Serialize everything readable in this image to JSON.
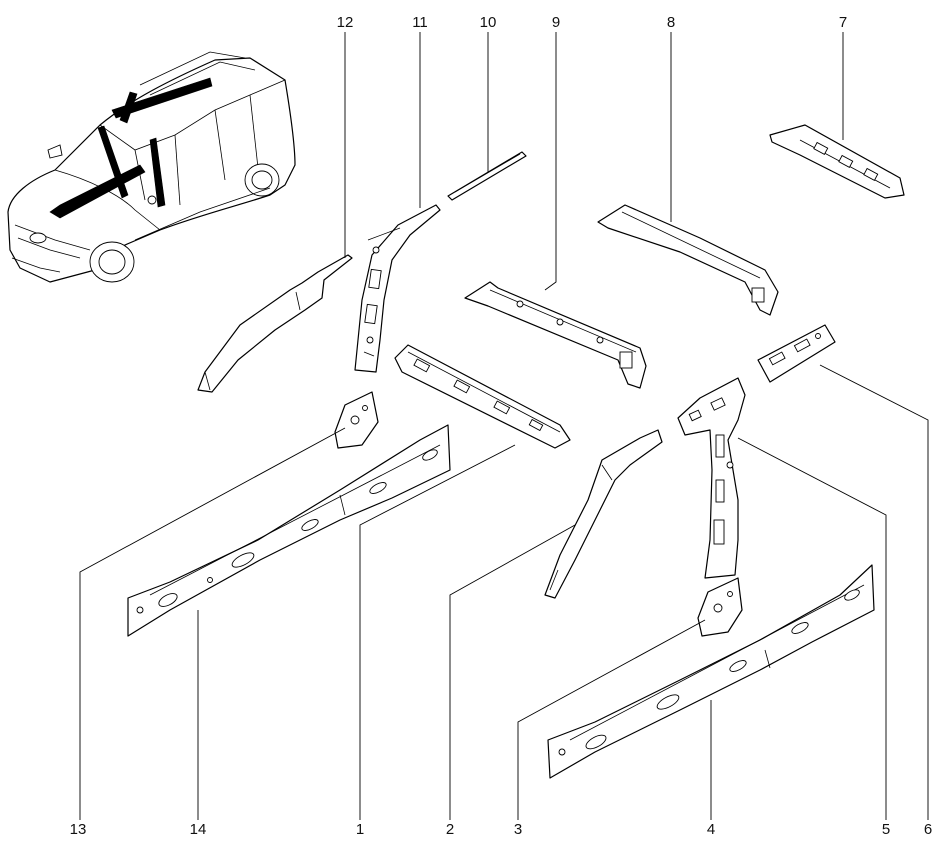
{
  "diagram": {
    "callouts": [
      {
        "id": "12",
        "label": "12"
      },
      {
        "id": "11",
        "label": "11"
      },
      {
        "id": "10",
        "label": "10"
      },
      {
        "id": "9",
        "label": "9"
      },
      {
        "id": "8",
        "label": "8"
      },
      {
        "id": "7",
        "label": "7"
      },
      {
        "id": "13",
        "label": "13"
      },
      {
        "id": "14",
        "label": "14"
      },
      {
        "id": "1",
        "label": "1"
      },
      {
        "id": "2",
        "label": "2"
      },
      {
        "id": "3",
        "label": "3"
      },
      {
        "id": "4",
        "label": "4"
      },
      {
        "id": "5",
        "label": "5"
      },
      {
        "id": "6",
        "label": "6"
      }
    ]
  }
}
